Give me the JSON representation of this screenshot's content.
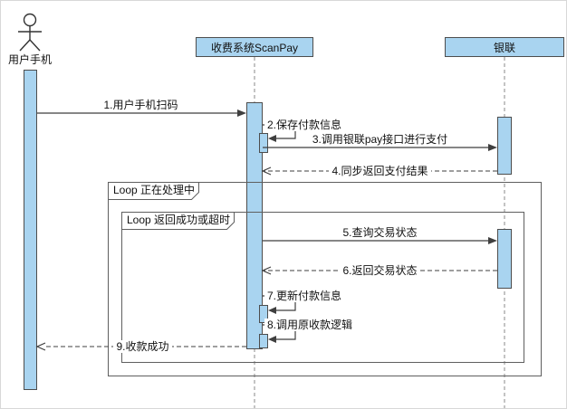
{
  "diagram": {
    "actor": {
      "label": "用户手机"
    },
    "participants": [
      {
        "label": "收费系统ScanPay"
      },
      {
        "label": "银联"
      }
    ],
    "loops": [
      {
        "label": "Loop 正在处理中"
      },
      {
        "label": "Loop 返回成功或超时"
      }
    ],
    "messages": [
      {
        "id": 1,
        "label": "1.用户手机扫码",
        "type": "solid",
        "from": "用户手机",
        "to": "收费系统ScanPay"
      },
      {
        "id": 2,
        "label": "2.保存付款信息",
        "type": "self",
        "from": "收费系统ScanPay",
        "to": "收费系统ScanPay"
      },
      {
        "id": 3,
        "label": "3.调用银联pay接口进行支付",
        "type": "solid",
        "from": "收费系统ScanPay",
        "to": "银联"
      },
      {
        "id": 4,
        "label": "4.同步返回支付结果",
        "type": "dashed",
        "from": "银联",
        "to": "收费系统ScanPay"
      },
      {
        "id": 5,
        "label": "5.查询交易状态",
        "type": "solid",
        "from": "收费系统ScanPay",
        "to": "银联"
      },
      {
        "id": 6,
        "label": "6.返回交易状态",
        "type": "dashed",
        "from": "银联",
        "to": "收费系统ScanPay"
      },
      {
        "id": 7,
        "label": "7.更新付款信息",
        "type": "self",
        "from": "收费系统ScanPay",
        "to": "收费系统ScanPay"
      },
      {
        "id": 8,
        "label": "8.调用原收款逻辑",
        "type": "self",
        "from": "收费系统ScanPay",
        "to": "收费系统ScanPay"
      },
      {
        "id": 9,
        "label": "9.收款成功",
        "type": "dashed",
        "from": "收费系统ScanPay",
        "to": "用户手机"
      }
    ],
    "colors": {
      "shape_fill": "#a9d4f0",
      "shape_border": "#4d4d4d",
      "line": "#3f3f3f",
      "frame_border": "#5f5f5f"
    }
  }
}
